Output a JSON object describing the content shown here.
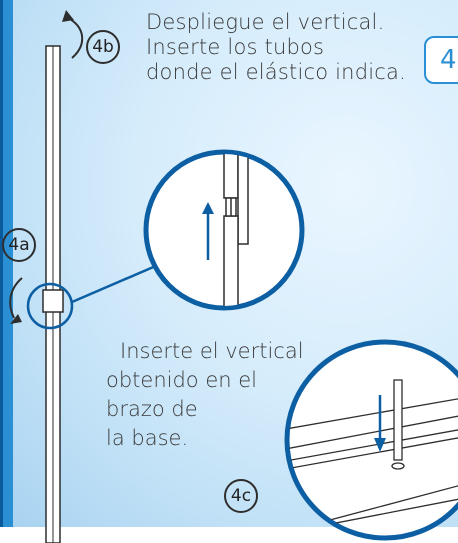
{
  "step_number": "4",
  "instruction_4b_lines": [
    "Despliegue el vertical.",
    "Inserte los tubos",
    "donde el elástico indica."
  ],
  "instruction_4c_lines": [
    "Inserte el vertical",
    "obtenido en el",
    "brazo de",
    "la base."
  ],
  "labels": {
    "a": "4a",
    "b": "4b",
    "c": "4c"
  },
  "colors": {
    "panel_blue": "#2b8fd3",
    "line": "#0d5fa3",
    "text": "#3a3a3a"
  }
}
